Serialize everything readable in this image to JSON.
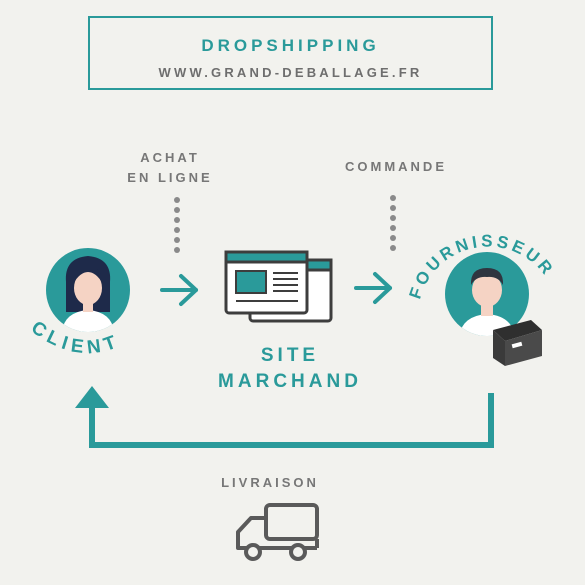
{
  "header": {
    "title": "DROPSHIPPING",
    "url": "WWW.GRAND-DEBALLAGE.FR"
  },
  "steps": {
    "achat_line1": "ACHAT",
    "achat_line2": "EN LIGNE",
    "commande": "COMMANDE",
    "livraison": "LIVRAISON"
  },
  "nodes": {
    "client": "CLIENT",
    "site_line1": "SITE",
    "site_line2": "MARCHAND",
    "fournisseur": "FOURNISSEUR"
  },
  "icons": {
    "client": "woman-avatar-icon",
    "site": "browser-windows-icon",
    "fournisseur": "man-avatar-icon",
    "box": "box-icon",
    "truck": "delivery-truck-icon",
    "arrow": "arrow-right-icon"
  },
  "colors": {
    "teal": "#2a9a9a",
    "gray": "#777777",
    "dark": "#3d3d3d",
    "background": "#f2f2ee"
  }
}
